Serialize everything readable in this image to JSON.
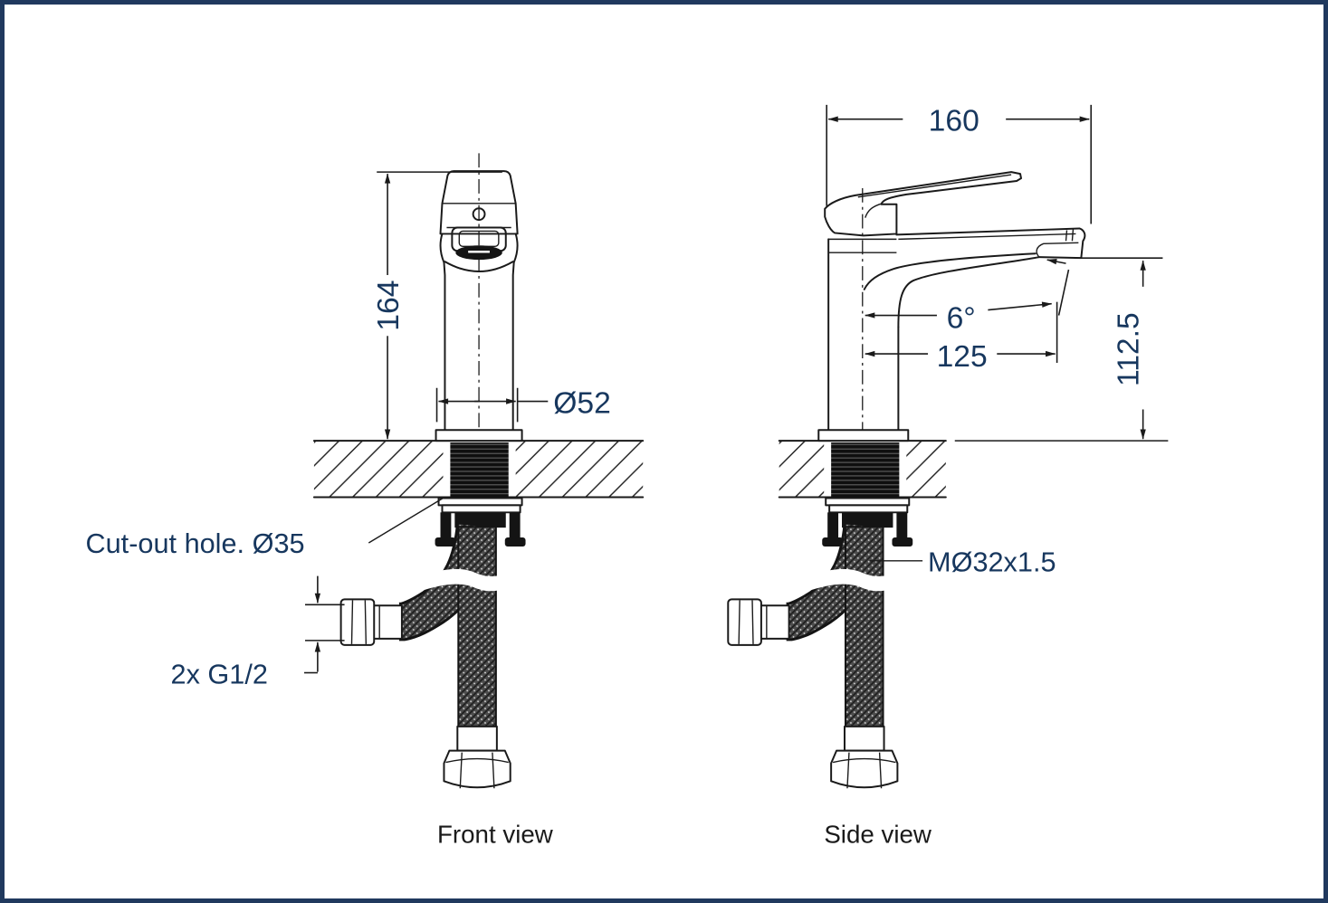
{
  "page": {
    "background": "#ffffff",
    "border_color": "#20395e"
  },
  "drawing": {
    "kind": "technical dimension drawing",
    "subject": "single-lever basin mixer faucet with supply hoses",
    "line_color": "#1a1a1a",
    "dimension_text_color": "#17375e",
    "front_view": {
      "caption": "Front view",
      "height_dim": "164",
      "base_diameter_dim": "Ø52",
      "cutout_label": "Cut-out hole. Ø35",
      "hose_thread_label": "2x G1/2"
    },
    "side_view": {
      "caption": "Side view",
      "overall_reach_dim": "160",
      "spout_angle_dim": "6°",
      "spout_reach_dim": "125",
      "spout_height_dim": "112.5",
      "shank_thread_label": "MØ32x1.5"
    }
  }
}
